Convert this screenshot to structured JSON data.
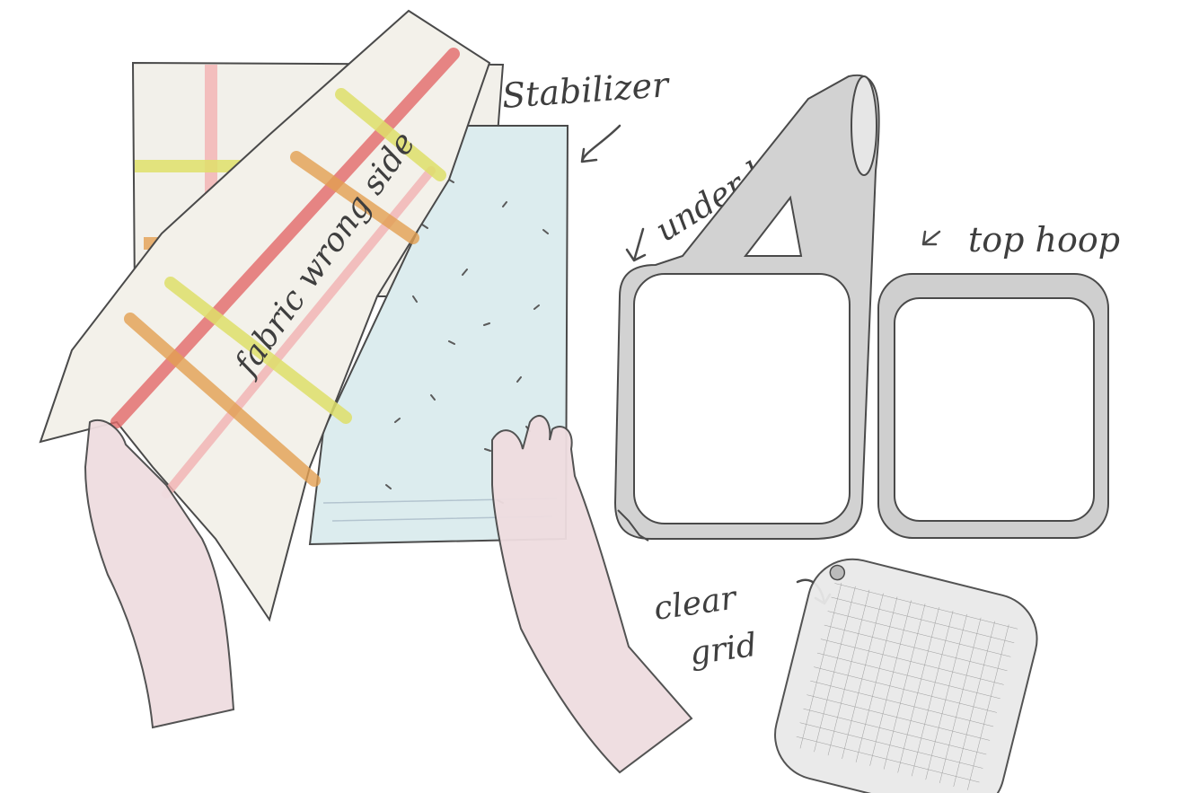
{
  "labels": {
    "stabilizer": "Stabilizer",
    "under_hoop": "under hoop",
    "top_hoop": "top hoop",
    "clear_grid_line1": "clear",
    "clear_grid_line2": "grid",
    "fabric": "fabric wrong side"
  },
  "colors": {
    "paper": "#ffffff",
    "pencil": "#4a4a4a",
    "stabilizer_fill": "#dcecee",
    "fabric_fill": "#f3f1ea",
    "stripe_red": "#e46a6a",
    "stripe_orange": "#e3a052",
    "stripe_yellow": "#dfe06a",
    "stripe_pink": "#f2b2b2",
    "hoop_gray": "#c9c9c9",
    "skin": "#efdde0"
  }
}
